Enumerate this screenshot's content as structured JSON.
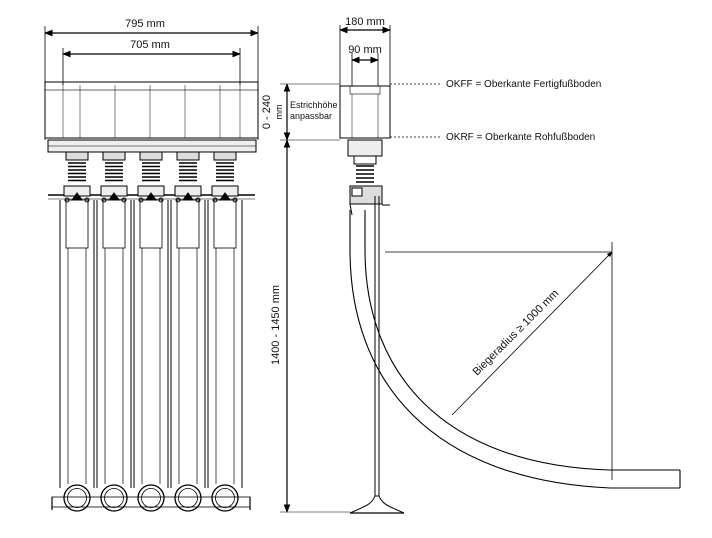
{
  "dimensions": {
    "outer_width": "795 mm",
    "inner_width": "705 mm",
    "side_width": "180 mm",
    "side_inner": "90 mm",
    "screed_range": "0 - 240",
    "screed_unit": "mm",
    "height_range": "1400 - 1450 mm",
    "bend_radius": "Biegeradius ≥ 1000 mm"
  },
  "labels": {
    "screed_line1": "Estrichhöhe",
    "screed_line2": "anpassbar",
    "okff": "OKFF = Oberkante Fertigfußboden",
    "okrf": "OKRF = Oberkante Rohfußboden"
  },
  "front_view": {
    "pipe_count": 5
  }
}
